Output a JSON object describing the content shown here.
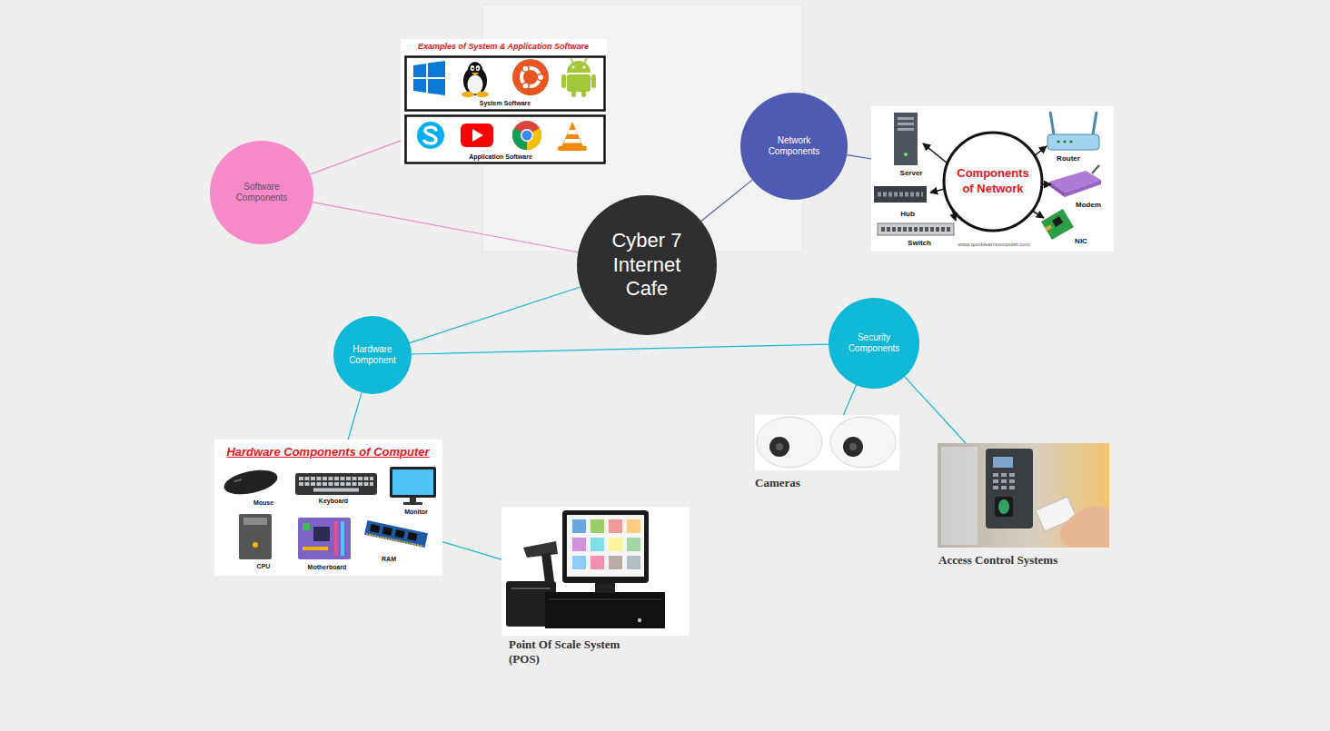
{
  "diagram": {
    "nodes": [
      {
        "text": [
          "Cyber 7 Internet Cafe"
        ]
      },
      {
        "text": [
          "Software Components"
        ]
      },
      {
        "text": [
          "Examples of System & Application Software",
          "System Software",
          "Application Software"
        ]
      },
      {
        "text": [
          "Network Components"
        ]
      },
      {
        "text": [
          "Components of Network",
          "Server",
          "Hub",
          "Switch",
          "Router",
          "Modem",
          "NIC",
          "www.quicklearncomputer.com"
        ]
      },
      {
        "text": [
          "Hardware Component"
        ]
      },
      {
        "text": [
          "Hardware Components of Computer",
          "Mouse",
          "Keyboard",
          "Monitor",
          "CPU",
          "Motherboard",
          "RAM"
        ]
      },
      {
        "text": [
          "Point Of Scale System (POS)"
        ]
      },
      {
        "text": [
          "Security Components"
        ]
      },
      {
        "text": [
          "Cameras"
        ]
      },
      {
        "text": [
          "Access Control Systems"
        ]
      }
    ],
    "edges": [
      {
        "from": 1,
        "to": 0,
        "arrow": "none"
      },
      {
        "from": 1,
        "to": 2,
        "arrow": "none"
      },
      {
        "from": 0,
        "to": 3,
        "arrow": "none"
      },
      {
        "from": 3,
        "to": 4,
        "arrow": "none"
      },
      {
        "from": 0,
        "to": 5,
        "arrow": "none"
      },
      {
        "from": 5,
        "to": 8,
        "arrow": "none"
      },
      {
        "from": 5,
        "to": 6,
        "arrow": "none"
      },
      {
        "from": 6,
        "to": 7,
        "arrow": "none"
      },
      {
        "from": 8,
        "to": 9,
        "arrow": "none"
      },
      {
        "from": 8,
        "to": 10,
        "arrow": "none"
      }
    ]
  }
}
